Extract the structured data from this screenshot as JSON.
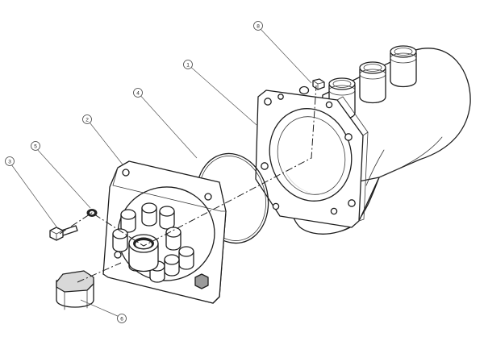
{
  "callouts": [
    {
      "id": "1",
      "label": "1"
    },
    {
      "id": "2",
      "label": "2"
    },
    {
      "id": "3",
      "label": "3"
    },
    {
      "id": "4",
      "label": "4"
    },
    {
      "id": "5",
      "label": "5"
    },
    {
      "id": "6",
      "label": "6"
    },
    {
      "id": "8",
      "label": "8"
    }
  ]
}
